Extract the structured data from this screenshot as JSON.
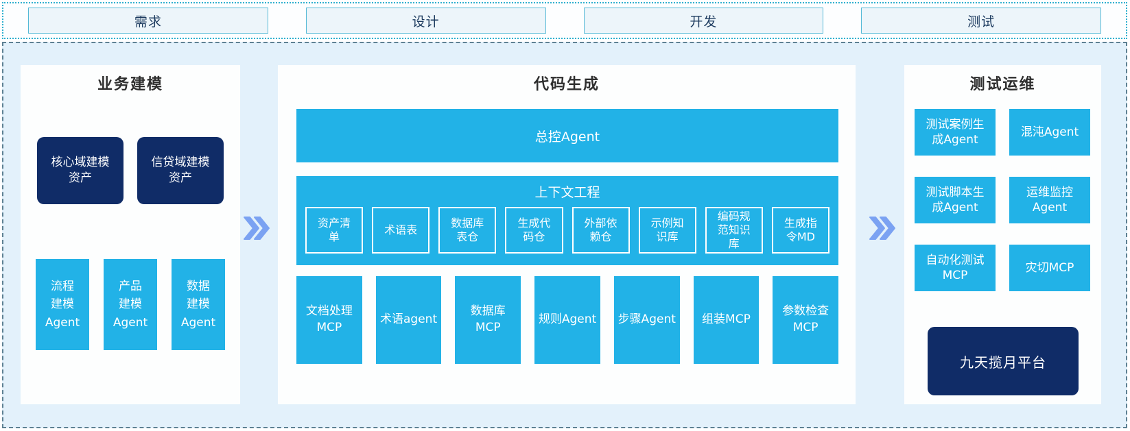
{
  "phases": [
    "需求",
    "设计",
    "开发",
    "测试"
  ],
  "business": {
    "title": "业务建模",
    "assets": [
      "核心域建模\n资产",
      "信贷域建模\n资产"
    ],
    "agents": [
      "流程\n建模\nAgent",
      "产品\n建模\nAgent",
      "数据\n建模\nAgent"
    ]
  },
  "codegen": {
    "title": "代码生成",
    "master_agent": "总控Agent",
    "context": {
      "title": "上下文工程",
      "boxes": [
        "资产清\n单",
        "术语表",
        "数据库\n表仓",
        "生成代\n码仓",
        "外部依\n赖仓",
        "示例知\n识库",
        "编码规\n范知识\n库",
        "生成指\n令MD"
      ]
    },
    "mcp_row": [
      "文档处理\nMCP",
      "术语agent",
      "数据库\nMCP",
      "规则Agent",
      "步骤Agent",
      "组装MCP",
      "参数检查\nMCP"
    ]
  },
  "testops": {
    "title": "测试运维",
    "boxes": [
      "测试案例生\n成Agent",
      "混沌Agent",
      "测试脚本生\n成Agent",
      "运维监控\nAgent",
      "自动化测试\nMCP",
      "灾切MCP"
    ],
    "platform": "九天揽月平台"
  },
  "colors": {
    "box_cyan": "#22b2e7",
    "box_navy": "#102c67",
    "canvas_light_blue": "#e3f1fb",
    "phase_box_fill": "#edf5fa",
    "phase_box_border": "#54b9d6",
    "strip_dotted_border": "#2fb0cf",
    "main_dashed_border": "#5e8193",
    "arrow_blue": "#7ba2f2",
    "title_text": "#2e2e2e",
    "phase_text": "#1d3b5f",
    "box_text": "#ffffff"
  }
}
